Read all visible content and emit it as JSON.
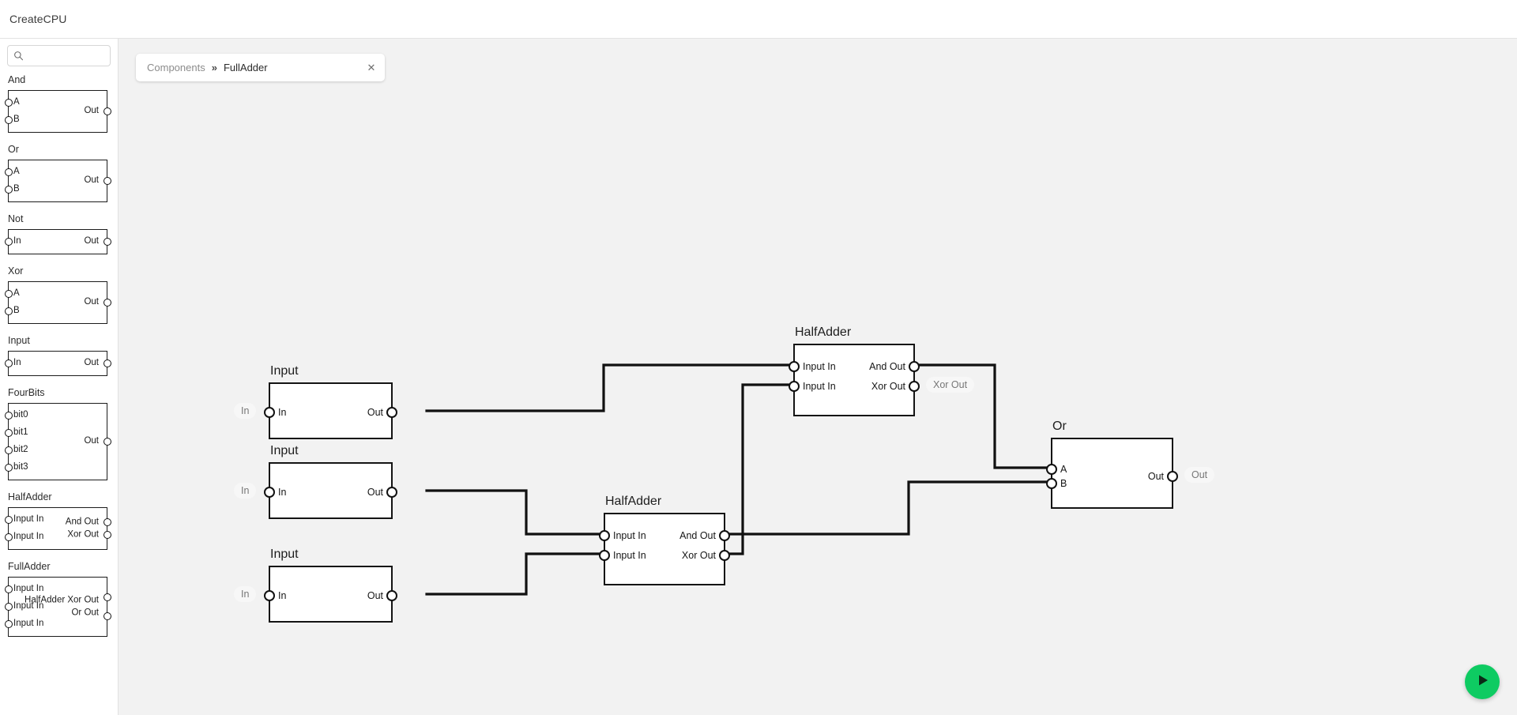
{
  "app": {
    "title": "CreateCPU"
  },
  "search": {
    "value": "",
    "placeholder": "",
    "icon": "search-icon"
  },
  "tab": {
    "root": "Components",
    "separator": "»",
    "current": "FullAdder",
    "close": "✕"
  },
  "palette": [
    {
      "name": "And",
      "inputs": [
        "A",
        "B"
      ],
      "outputs": [
        "Out"
      ],
      "mid": ""
    },
    {
      "name": "Or",
      "inputs": [
        "A",
        "B"
      ],
      "outputs": [
        "Out"
      ],
      "mid": ""
    },
    {
      "name": "Not",
      "inputs": [
        "In"
      ],
      "outputs": [
        "Out"
      ],
      "mid": ""
    },
    {
      "name": "Xor",
      "inputs": [
        "A",
        "B"
      ],
      "outputs": [
        "Out"
      ],
      "mid": ""
    },
    {
      "name": "Input",
      "inputs": [
        "In"
      ],
      "outputs": [
        "Out"
      ],
      "mid": ""
    },
    {
      "name": "FourBits",
      "inputs": [
        "bit0",
        "bit1",
        "bit2",
        "bit3"
      ],
      "outputs": [
        "Out"
      ],
      "mid": ""
    },
    {
      "name": "HalfAdder",
      "inputs": [
        "Input In",
        "Input In"
      ],
      "outputs": [
        "And Out",
        "Xor Out"
      ],
      "mid": ""
    },
    {
      "name": "FullAdder",
      "inputs": [
        "Input In",
        "Input In",
        "Input In"
      ],
      "outputs": [
        "HalfAdder Xor Out",
        "Or Out"
      ],
      "mid": ""
    }
  ],
  "canvas": {
    "nodes": [
      {
        "id": "input1",
        "title": "Input",
        "inputs": [
          "In"
        ],
        "outputs": [
          "Out"
        ],
        "pill_left": "In",
        "pill_right": ""
      },
      {
        "id": "input2",
        "title": "Input",
        "inputs": [
          "In"
        ],
        "outputs": [
          "Out"
        ],
        "pill_left": "In",
        "pill_right": ""
      },
      {
        "id": "input3",
        "title": "Input",
        "inputs": [
          "In"
        ],
        "outputs": [
          "Out"
        ],
        "pill_left": "In",
        "pill_right": ""
      },
      {
        "id": "halfadder1",
        "title": "HalfAdder",
        "inputs": [
          "Input In",
          "Input In"
        ],
        "outputs": [
          "And Out",
          "Xor Out"
        ],
        "pill_left": "",
        "pill_right": "Xor Out"
      },
      {
        "id": "halfadder2",
        "title": "HalfAdder",
        "inputs": [
          "Input In",
          "Input In"
        ],
        "outputs": [
          "And Out",
          "Xor Out"
        ],
        "pill_left": "",
        "pill_right": ""
      },
      {
        "id": "or1",
        "title": "Or",
        "inputs": [
          "A",
          "B"
        ],
        "outputs": [
          "Out"
        ],
        "pill_left": "",
        "pill_right": "Out"
      }
    ]
  },
  "run_button": {
    "label": "run-simulation",
    "color": "#0ecb62"
  },
  "colors": {
    "canvas_bg": "#f2f2f2",
    "panel_bg": "#ffffff",
    "wire": "#111111",
    "accent": "#0ecb62",
    "muted_text": "#8c8c8c"
  }
}
